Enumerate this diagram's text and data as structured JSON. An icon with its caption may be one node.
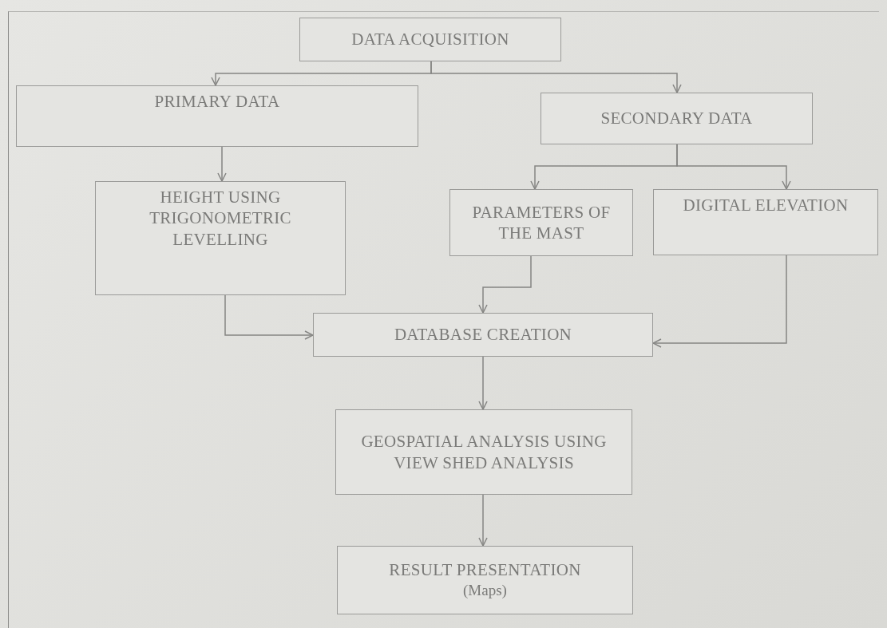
{
  "diagram": {
    "nodes": [
      {
        "text": [
          "DATA ACQUISITION"
        ]
      },
      {
        "text": [
          "PRIMARY DATA"
        ]
      },
      {
        "text": [
          "SECONDARY DATA"
        ]
      },
      {
        "text": [
          "HEIGHT USING TRIGONOMETRIC LEVELLING"
        ]
      },
      {
        "text": [
          "PARAMETERS OF THE MAST"
        ]
      },
      {
        "text": [
          "DIGITAL ELEVATION"
        ]
      },
      {
        "text": [
          "DATABASE CREATION"
        ]
      },
      {
        "text": [
          "GEOSPATIAL ANALYSIS USING VIEW SHED ANALYSIS"
        ]
      },
      {
        "text": [
          "RESULT PRESENTATION",
          "(Maps)"
        ]
      }
    ],
    "edges": [
      {
        "from": 0,
        "to": 1,
        "arrow": "to"
      },
      {
        "from": 0,
        "to": 2,
        "arrow": "to"
      },
      {
        "from": 1,
        "to": 3,
        "arrow": "to"
      },
      {
        "from": 2,
        "to": 4,
        "arrow": "to"
      },
      {
        "from": 2,
        "to": 5,
        "arrow": "to"
      },
      {
        "from": 4,
        "to": 6,
        "arrow": "to"
      },
      {
        "from": 3,
        "to": 6,
        "arrow": "to"
      },
      {
        "from": 5,
        "to": 6,
        "arrow": "to"
      },
      {
        "from": 6,
        "to": 7,
        "arrow": "to"
      },
      {
        "from": 7,
        "to": 8,
        "arrow": "to"
      }
    ]
  }
}
